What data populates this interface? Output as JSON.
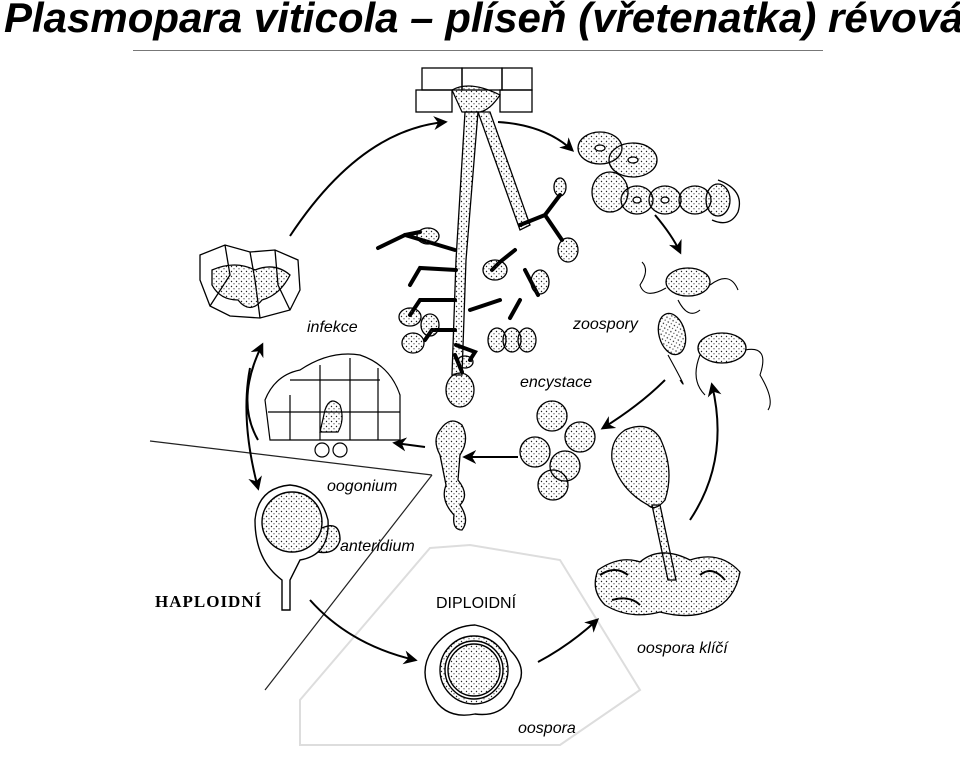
{
  "title": "Plasmopara viticola – plíseň (vřetenatka) révová",
  "labels": {
    "infekce": "infekce",
    "zoospory": "zoospory",
    "encystace": "encystace",
    "oogonium": "oogonium",
    "anteridium": "anteridium",
    "haploidni": "HAPLOIDNÍ",
    "diploidni": "DIPLOIDNÍ",
    "oospora_klici": "oospora klíčí",
    "oospora": "oospora"
  }
}
